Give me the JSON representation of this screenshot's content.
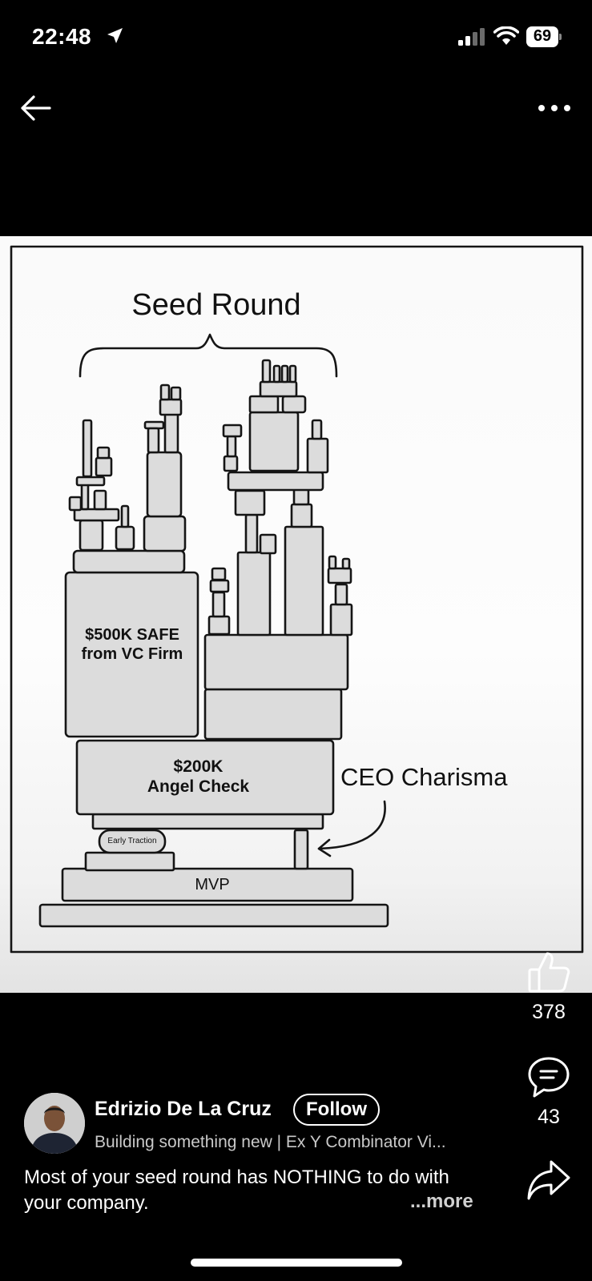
{
  "status_bar": {
    "time": "22:48",
    "battery": "69"
  },
  "post": {
    "image_labels": {
      "title": "Seed Round",
      "safe": "$500K SAFE\nfrom VC Firm",
      "angel": "$200K\nAngel Check",
      "ceo": "CEO Charisma",
      "traction": "Early Traction",
      "mvp": "MVP"
    },
    "likes": "378",
    "comments": "43",
    "author": {
      "name": "Edrizio De La Cruz",
      "follow_label": "Follow",
      "headline": "Building something new | Ex Y Combinator Vi..."
    },
    "caption": "Most of your seed round has NOTHING to do with your company.",
    "more_label": "...more"
  },
  "icons": [
    "location-arrow-icon",
    "signal-icon",
    "wifi-icon",
    "battery-icon",
    "back-arrow-icon",
    "more-options-icon",
    "like-icon",
    "comment-icon",
    "share-icon"
  ]
}
